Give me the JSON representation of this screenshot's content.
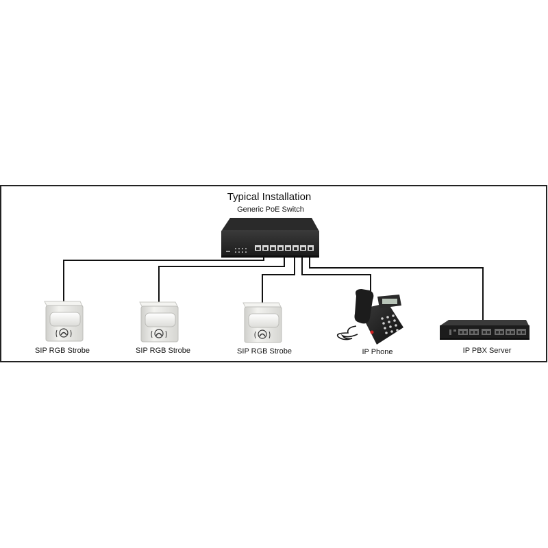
{
  "title": "Typical Installation",
  "switch_label": "Generic PoE Switch",
  "devices": [
    {
      "label": "SIP RGB Strobe",
      "icon": "strobe-icon"
    },
    {
      "label": "SIP RGB Strobe",
      "icon": "strobe-icon"
    },
    {
      "label": "SIP RGB Strobe",
      "icon": "strobe-icon"
    },
    {
      "label": "IP Phone",
      "icon": "ip-phone-icon"
    },
    {
      "label": "IP PBX Server",
      "icon": "pbx-server-icon"
    }
  ],
  "colors": {
    "frame": "#222222",
    "cable": "#111111",
    "device_body": "#e9e9e6",
    "switch_body": "#1e1e1e"
  }
}
